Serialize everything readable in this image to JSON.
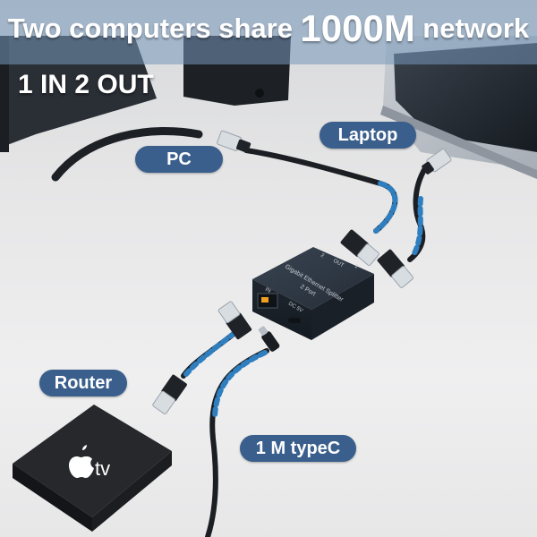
{
  "headline": {
    "part1": "Two computers share",
    "highlight": "1000M",
    "part2": "network"
  },
  "subheadline": "1 IN 2 OUT",
  "labels": {
    "pc": "PC",
    "laptop": "Laptop",
    "router": "Router",
    "cable": "1 M typeC"
  },
  "device": {
    "name_line1": "Gigabit Ethernet Splitter",
    "name_line2": "2 Port",
    "out_label": "OUT",
    "port1": "1",
    "port2": "2",
    "power_label": "DC 5V",
    "in_label": "IN"
  },
  "tv_box": {
    "logo_text": "tv"
  },
  "colors": {
    "banner": "#7697ba",
    "pill": "#3a5f8c",
    "cable_blue": "#2f7fc0",
    "device_body": "#27303a"
  }
}
